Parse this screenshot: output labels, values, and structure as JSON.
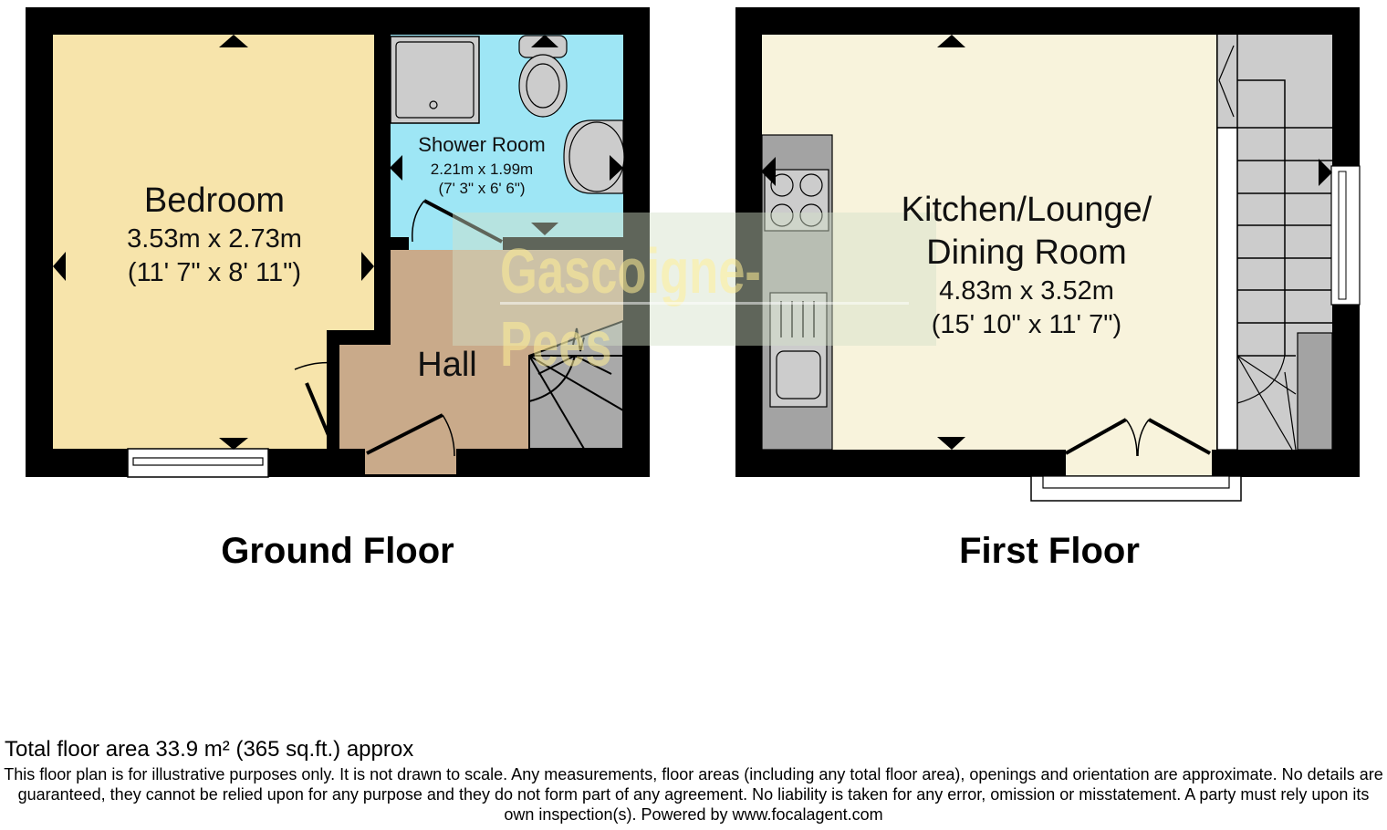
{
  "ground_floor": {
    "title": "Ground Floor",
    "rooms": [
      {
        "name": "Bedroom",
        "dim_metric": "3.53m x 2.73m",
        "dim_imperial": "(11' 7\" x 8' 11\")",
        "color": "#f7e4ab"
      },
      {
        "name": "Shower Room",
        "dim_metric": "2.21m x 1.99m",
        "dim_imperial": "(7' 3\" x 6' 6\")",
        "color": "#9ee6f5"
      },
      {
        "name": "Hall",
        "color": "#c9aa8a"
      }
    ]
  },
  "first_floor": {
    "title": "First Floor",
    "rooms": [
      {
        "name_line1": "Kitchen/Lounge/",
        "name_line2": "Dining Room",
        "dim_metric": "4.83m x 3.52m",
        "dim_imperial": "(15' 10\" x 11' 7\")",
        "color": "#f8f3dc"
      }
    ]
  },
  "watermark": {
    "text": "Gascoigne-Pees"
  },
  "colors": {
    "wall": "#000000",
    "fixture": "#cccccc",
    "worktop": "#a3a3a3",
    "stairs": "#cccccc"
  },
  "footer": {
    "total_area": "Total floor area 33.9 m² (365 sq.ft.) approx",
    "disclaimer": "This floor plan is for illustrative purposes only. It is not drawn to scale. Any measurements, floor areas (including any total floor area), openings and orientation are approximate. No details are guaranteed, they cannot be relied upon for any purpose and they do not form part of any agreement. No liability is taken for any error, omission or misstatement. A party must rely upon its own inspection(s). Powered by www.focalagent.com"
  }
}
